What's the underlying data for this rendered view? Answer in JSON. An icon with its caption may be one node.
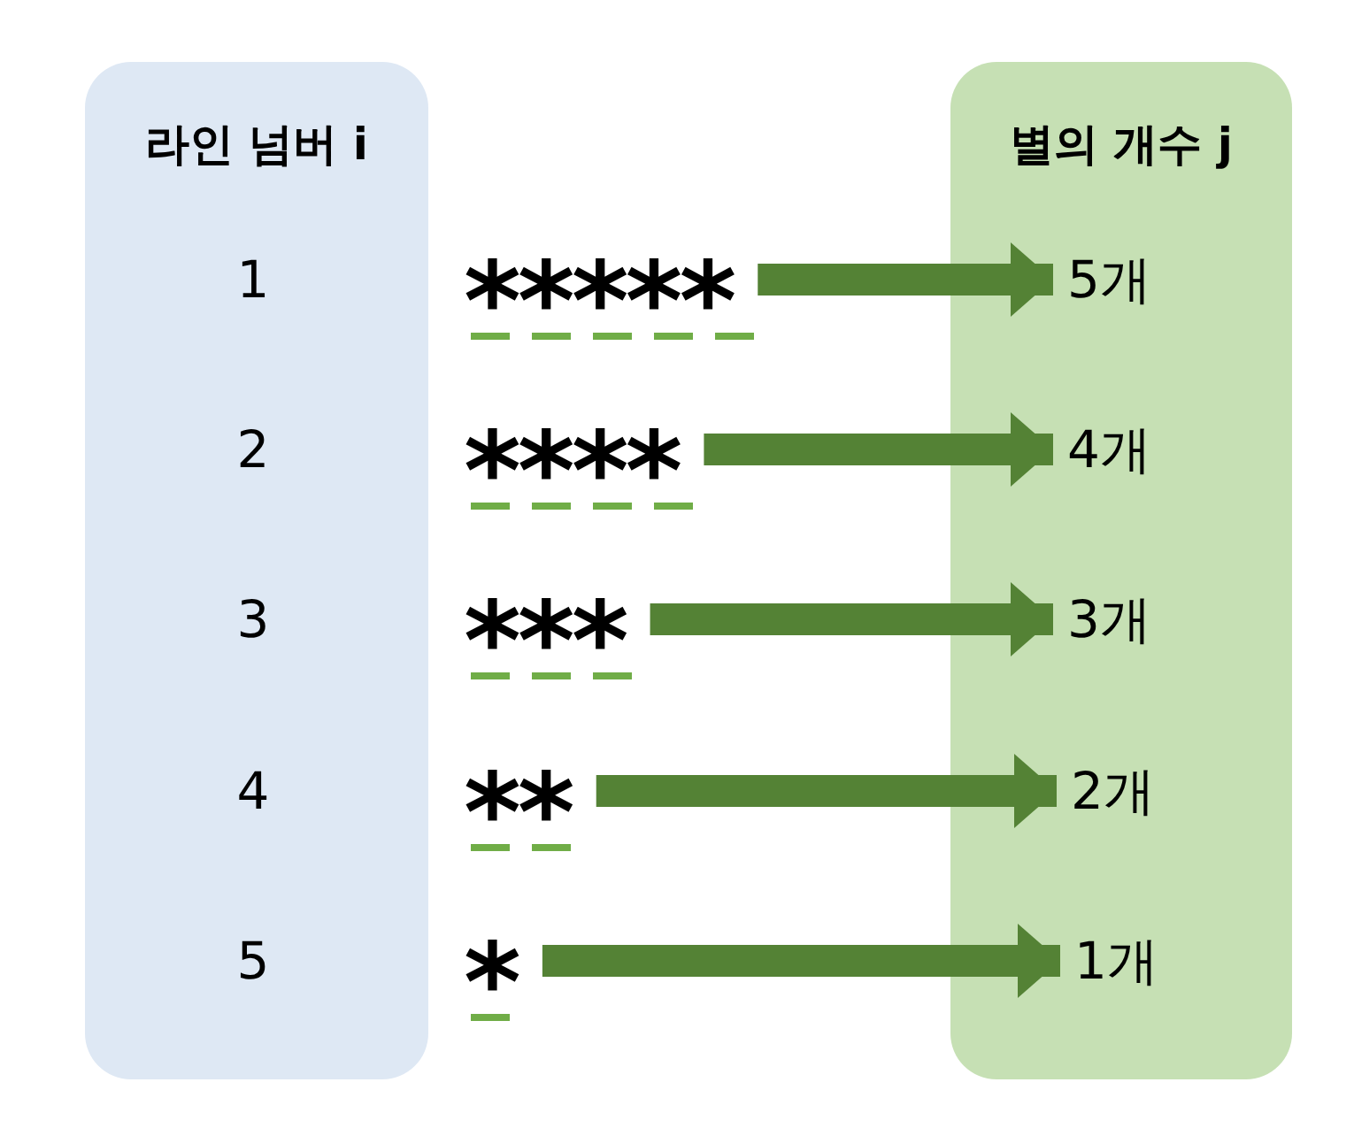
{
  "diagram": {
    "nodes": [
      {
        "text": [
          "라인 넘버 i"
        ]
      },
      {
        "text": [
          "별의 개수 j"
        ]
      },
      {
        "text": [
          "*****"
        ]
      },
      {
        "text": [
          "****"
        ]
      },
      {
        "text": [
          "***"
        ]
      },
      {
        "text": [
          "**"
        ]
      },
      {
        "text": [
          "*"
        ]
      },
      {
        "text": [
          "5개"
        ],
        "in": 1
      },
      {
        "text": [
          "4개"
        ],
        "in": 1
      },
      {
        "text": [
          "3개"
        ],
        "in": 1
      },
      {
        "text": [
          "2개"
        ],
        "in": 1
      },
      {
        "text": [
          "1개"
        ],
        "in": 1
      }
    ],
    "edges": [
      {
        "from": 2,
        "to": 7,
        "arrow": "to"
      },
      {
        "from": 3,
        "to": 8,
        "arrow": "to"
      },
      {
        "from": 4,
        "to": 9,
        "arrow": "to"
      },
      {
        "from": 5,
        "to": 10,
        "arrow": "to"
      },
      {
        "from": 6,
        "to": 11,
        "arrow": "to"
      }
    ],
    "labels": [
      "1",
      "2",
      "3",
      "4",
      "5"
    ]
  }
}
